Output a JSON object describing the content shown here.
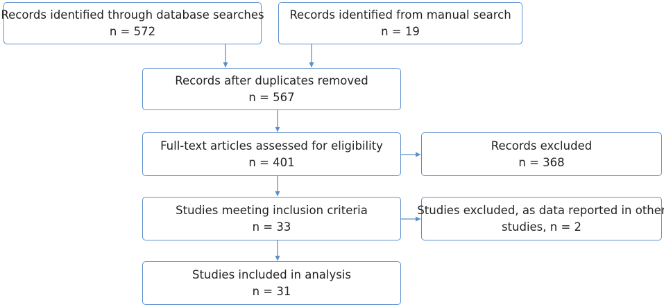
{
  "boxes": {
    "database_search": {
      "line1": "Records identified through database searches",
      "line2": "n = 572"
    },
    "manual_search": {
      "line1": "Records identified from manual search",
      "line2": "n = 19"
    },
    "after_duplicates": {
      "line1": "Records after duplicates removed",
      "line2": "n = 567"
    },
    "full_text": {
      "line1": "Full-text articles assessed for eligibility",
      "line2": "n = 401"
    },
    "records_excluded": {
      "line1": "Records excluded",
      "line2": "n = 368"
    },
    "meeting_criteria": {
      "line1": "Studies meeting inclusion criteria",
      "line2": "n = 33"
    },
    "studies_excluded": {
      "line1": "Studies excluded, as data reported in other",
      "line2": "studies, n = 2"
    },
    "included": {
      "line1": "Studies included in analysis",
      "line2": "n = 31"
    }
  },
  "colors": {
    "box_border": "#5b8fcb",
    "arrow": "#5b8fcb",
    "text": "#222222"
  }
}
